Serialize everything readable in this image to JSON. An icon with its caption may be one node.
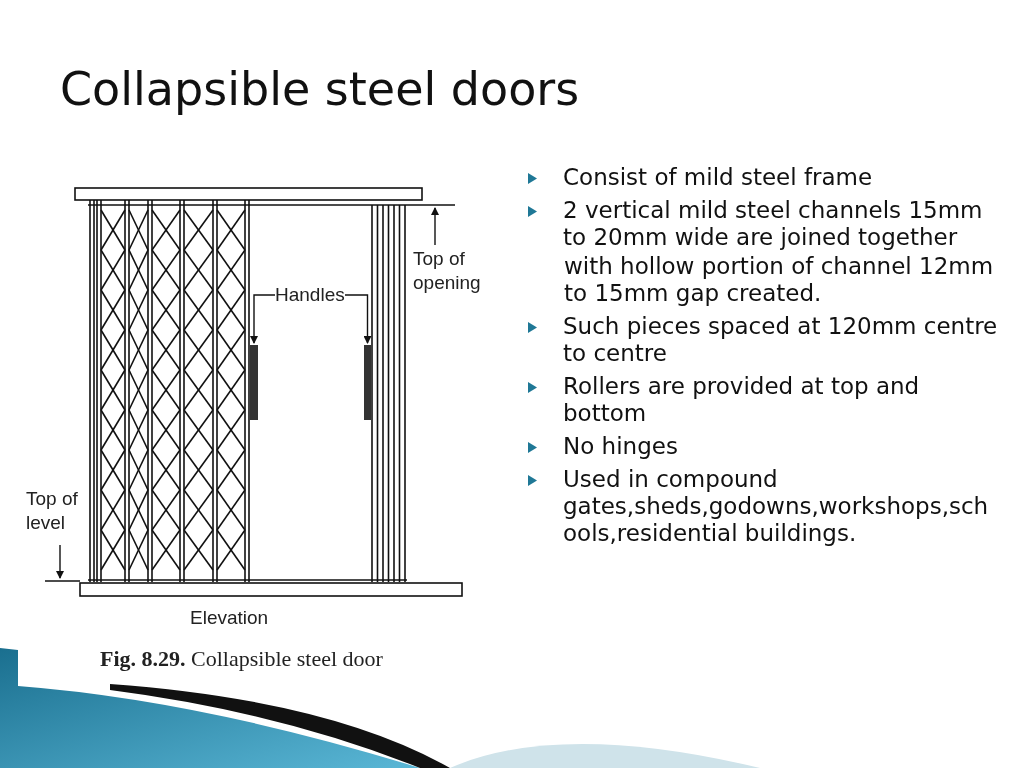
{
  "diagram": {
    "title": "Collapsible steel doors",
    "caption": "**Fig. 8.29.** Collapsible steel door",
    "nodes": [
      {
        "text": [
          "Handles"
        ]
      },
      {
        "text": [],
        "shape": "bar"
      },
      {
        "text": [],
        "shape": "bar"
      }
    ],
    "edges": [
      {
        "from": 0,
        "to": 1,
        "arrow": "to"
      },
      {
        "from": 0,
        "to": 2,
        "arrow": "to"
      }
    ],
    "labels": [
      "Top of opening",
      "Top of level",
      "Elevation",
      "Consist of mild steel frame",
      "2 vertical mild steel channels 15mm to 20mm wide are joined together",
      "with hollow portion of channel 12mm to 15mm gap created.",
      "Such pieces spaced at 120mm centre to centre",
      "Rollers are provided at top and bottom",
      "No hinges",
      "Used in compound gates,sheds,godowns,workshops,schools,residential buildings."
    ]
  }
}
